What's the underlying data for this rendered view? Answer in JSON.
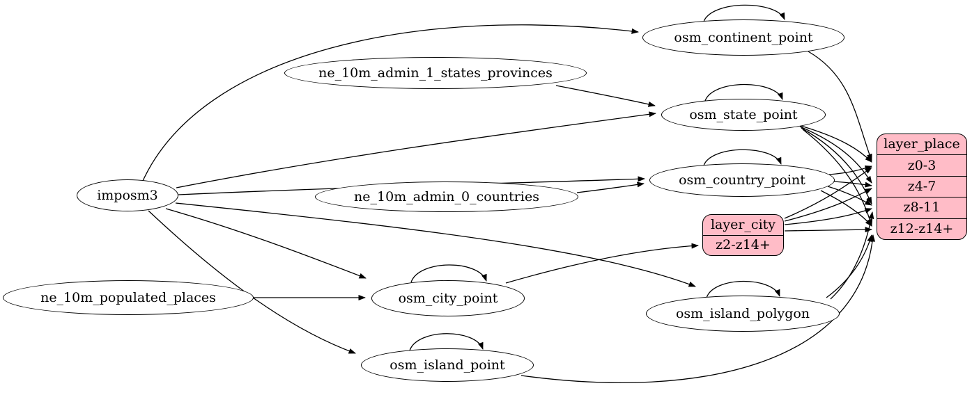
{
  "diagram": {
    "kind": "etl-graph",
    "colors": {
      "background": "#ffffff",
      "edge": "#000000",
      "ellipse_fill": "#ffffff",
      "record_fill": "#ffbcc7",
      "text": "#000000"
    },
    "nodes": {
      "imposm3": {
        "label": "imposm3",
        "shape": "ellipse"
      },
      "ne_10m_admin_1_states_provinces": {
        "label": "ne_10m_admin_1_states_provinces",
        "shape": "ellipse"
      },
      "ne_10m_admin_0_countries": {
        "label": "ne_10m_admin_0_countries",
        "shape": "ellipse"
      },
      "ne_10m_populated_places": {
        "label": "ne_10m_populated_places",
        "shape": "ellipse"
      },
      "osm_continent_point": {
        "label": "osm_continent_point",
        "shape": "ellipse"
      },
      "osm_state_point": {
        "label": "osm_state_point",
        "shape": "ellipse"
      },
      "osm_country_point": {
        "label": "osm_country_point",
        "shape": "ellipse"
      },
      "osm_city_point": {
        "label": "osm_city_point",
        "shape": "ellipse"
      },
      "osm_island_polygon": {
        "label": "osm_island_polygon",
        "shape": "ellipse"
      },
      "osm_island_point": {
        "label": "osm_island_point",
        "shape": "ellipse"
      },
      "layer_city": {
        "label": "layer_city",
        "shape": "record",
        "rows": [
          "z2-z14+"
        ]
      },
      "layer_place": {
        "label": "layer_place",
        "shape": "record",
        "rows": [
          "z0-3",
          "z4-7",
          "z8-11",
          "z12-z14+"
        ]
      }
    },
    "edges": [
      {
        "from": "imposm3",
        "to": "osm_continent_point"
      },
      {
        "from": "imposm3",
        "to": "osm_state_point"
      },
      {
        "from": "imposm3",
        "to": "osm_country_point"
      },
      {
        "from": "imposm3",
        "to": "osm_city_point"
      },
      {
        "from": "imposm3",
        "to": "osm_island_polygon"
      },
      {
        "from": "imposm3",
        "to": "osm_island_point"
      },
      {
        "from": "ne_10m_admin_1_states_provinces",
        "to": "osm_state_point"
      },
      {
        "from": "ne_10m_admin_0_countries",
        "to": "osm_country_point"
      },
      {
        "from": "ne_10m_populated_places",
        "to": "osm_city_point"
      },
      {
        "from": "osm_continent_point",
        "to": "osm_continent_point",
        "self_loop": true
      },
      {
        "from": "osm_state_point",
        "to": "osm_state_point",
        "self_loop": true
      },
      {
        "from": "osm_country_point",
        "to": "osm_country_point",
        "self_loop": true
      },
      {
        "from": "osm_city_point",
        "to": "osm_city_point",
        "self_loop": true
      },
      {
        "from": "osm_island_polygon",
        "to": "osm_island_polygon",
        "self_loop": true
      },
      {
        "from": "osm_island_point",
        "to": "osm_island_point",
        "self_loop": true
      },
      {
        "from": "osm_continent_point",
        "to": "layer_place",
        "to_port": "z0-3"
      },
      {
        "from": "osm_state_point",
        "to": "layer_place",
        "to_port": "z0-3"
      },
      {
        "from": "osm_state_point",
        "to": "layer_place",
        "to_port": "z4-7"
      },
      {
        "from": "osm_state_point",
        "to": "layer_place",
        "to_port": "z8-11"
      },
      {
        "from": "osm_state_point",
        "to": "layer_place",
        "to_port": "z12-z14+"
      },
      {
        "from": "osm_country_point",
        "to": "layer_place",
        "to_port": "z0-3"
      },
      {
        "from": "osm_country_point",
        "to": "layer_place",
        "to_port": "z4-7"
      },
      {
        "from": "osm_country_point",
        "to": "layer_place",
        "to_port": "z8-11"
      },
      {
        "from": "osm_country_point",
        "to": "layer_place",
        "to_port": "z12-z14+"
      },
      {
        "from": "osm_city_point",
        "to": "layer_city",
        "to_port": "z2-z14+"
      },
      {
        "from": "layer_city",
        "to": "layer_place",
        "to_port": "z0-3"
      },
      {
        "from": "layer_city",
        "to": "layer_place",
        "to_port": "z4-7"
      },
      {
        "from": "layer_city",
        "to": "layer_place",
        "to_port": "z8-11"
      },
      {
        "from": "layer_city",
        "to": "layer_place",
        "to_port": "z12-z14+"
      },
      {
        "from": "osm_island_polygon",
        "to": "layer_place",
        "to_port": "z8-11"
      },
      {
        "from": "osm_island_polygon",
        "to": "layer_place",
        "to_port": "z12-z14+"
      },
      {
        "from": "osm_island_point",
        "to": "layer_place",
        "to_port": "z12-z14+"
      }
    ]
  }
}
